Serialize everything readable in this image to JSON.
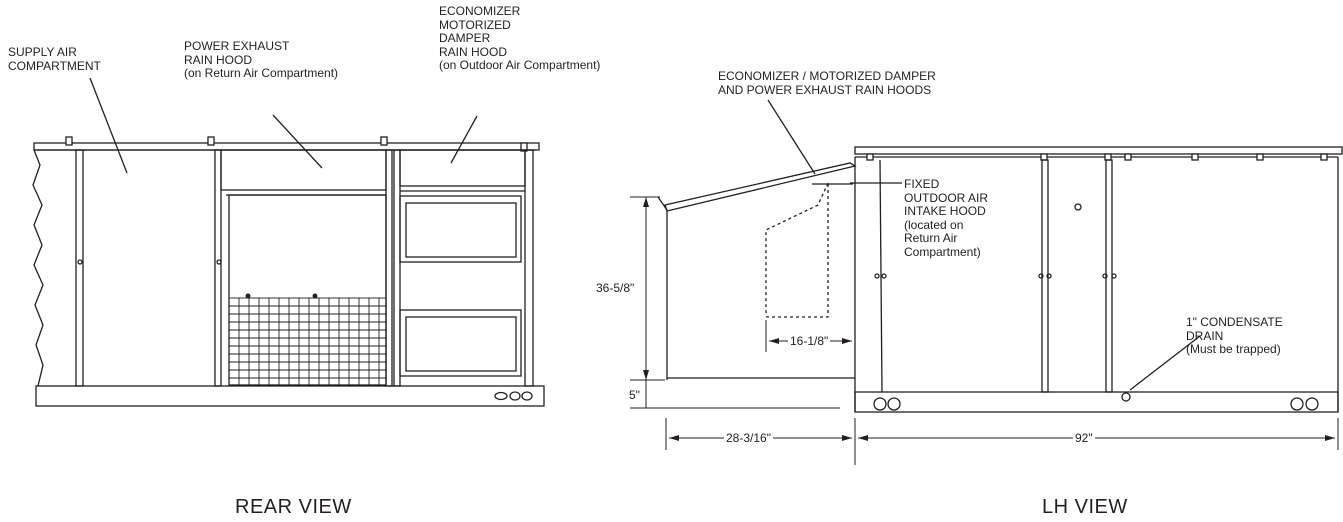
{
  "rear_view": {
    "title": "REAR VIEW",
    "labels": {
      "supply_air": "SUPPLY AIR\nCOMPARTMENT",
      "power_exhaust": "POWER EXHAUST\nRAIN HOOD\n(on Return Air Compartment)",
      "economizer": "ECONOMIZER\nMOTORIZED\nDAMPER\nRAIN HOOD\n(on Outdoor Air Compartment)"
    }
  },
  "lh_view": {
    "title": "LH VIEW",
    "labels": {
      "rain_hoods": "ECONOMIZER / MOTORIZED DAMPER\nAND POWER EXHAUST RAIN HOODS",
      "fixed_hood": "FIXED\nOUTDOOR AIR\nINTAKE HOOD\n(located on\nReturn Air\nCompartment)",
      "condensate_drain": "1\" CONDENSATE\nDRAIN\n(Must be trapped)"
    },
    "dimensions": {
      "hood_height": "36-5/8\"",
      "hood_depth": "16-1/8\"",
      "base_height": "5\"",
      "hood_projection": "28-3/16\"",
      "unit_length": "92\""
    }
  }
}
